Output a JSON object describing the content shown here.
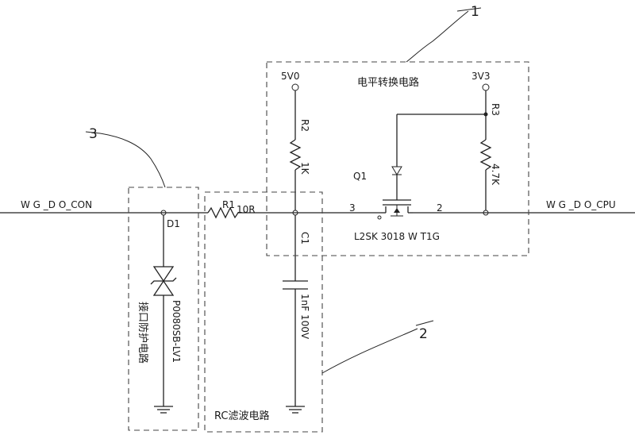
{
  "signals": {
    "input": "W G _D O_CON",
    "output": "W G _D O_CPU"
  },
  "supplies": {
    "v5": "5V0",
    "v33": "3V3"
  },
  "blocks": {
    "level_shift": "电平转换电路",
    "protection": "接口防护电路",
    "rc_filter": "RC滤波电路"
  },
  "callouts": [
    "1",
    "2",
    "3"
  ],
  "components": {
    "r1": "R1",
    "r1_value": "10R",
    "r2": "R2",
    "r2_value": "1K",
    "r3": "R3",
    "r3_value": "4.7K",
    "c1": "C1",
    "c1_value": "1nF 100V",
    "d1": "D1",
    "d1_part": "P0080SB-LV1",
    "q1": "Q1",
    "q1_part": "L2SK 3018 W T1G",
    "pin3": "3",
    "pin2": "2"
  }
}
